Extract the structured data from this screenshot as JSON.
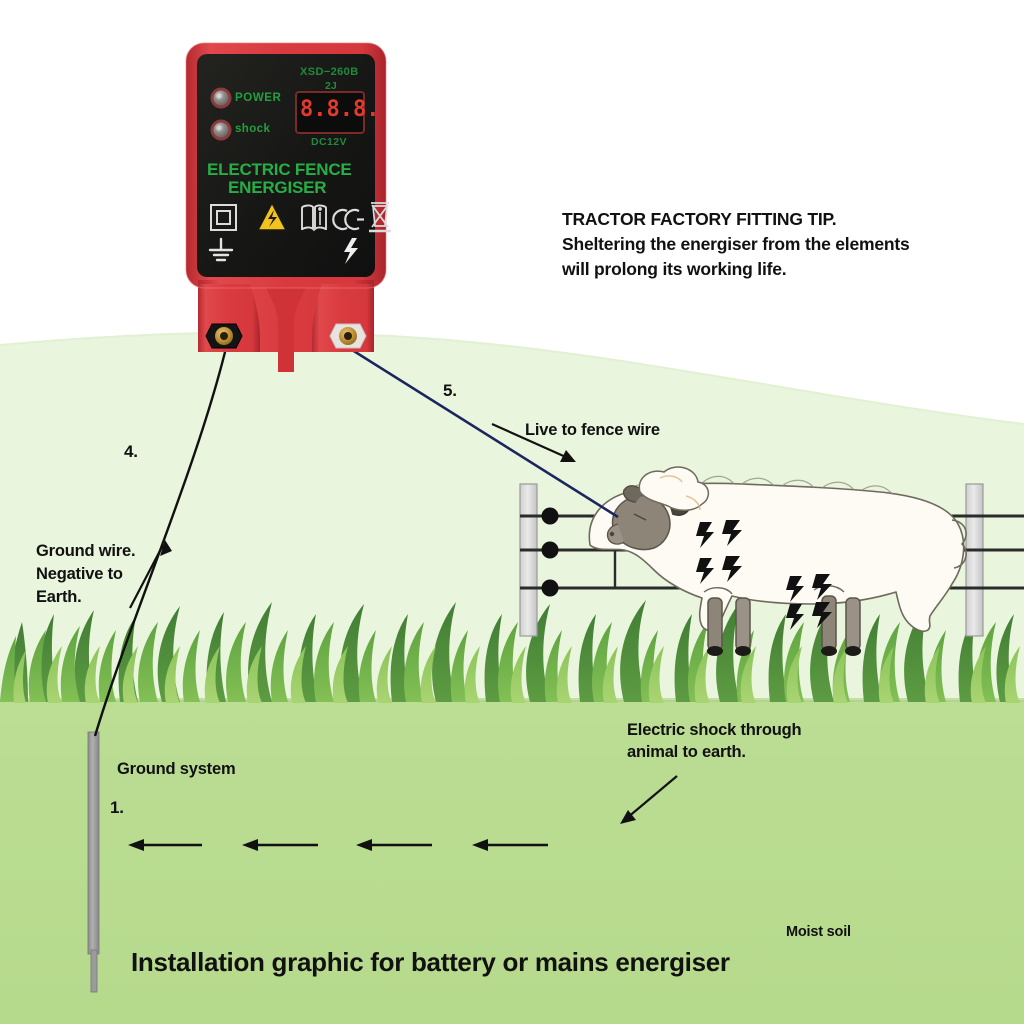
{
  "title": "Installation graphic for battery or mains energiser",
  "tip": {
    "line1": "TRACTOR FACTORY FITTING TIP.",
    "line2": "Sheltering the energiser from the elements",
    "line3": "will prolong its working life."
  },
  "device": {
    "model": "XSD−260B",
    "joules": "2J",
    "voltage": "DC12V",
    "display_value": "8.8.8.",
    "led_power_label": "POWER",
    "led_shock_label": "shock",
    "brand_line1": "ELECTRIC FENCE",
    "brand_line2": "ENERGISER",
    "icons": [
      "class-ii-icon",
      "high-voltage-warning-icon",
      "read-manual-icon",
      "ce-mark-icon",
      "weee-bin-icon",
      "earth-ground-icon",
      "lightning-bolt-icon"
    ],
    "terminals": {
      "negative": "black-terminal",
      "positive": "red-terminal"
    },
    "colors": {
      "body": "#d93a3f",
      "panel": "#1a1a18",
      "label_green": "#27ae45",
      "display_red": "#e23b2e"
    }
  },
  "labels": {
    "ground_wire": "Ground wire.\nNegative to\nEarth.",
    "step4": "4.",
    "step5": "5.",
    "live_to_fence": "Live to fence wire",
    "electric_shock": "Electric shock through\nanimal to earth.",
    "ground_system": "Ground system",
    "step1": "1.",
    "moist_soil": "Moist soil"
  },
  "scene": {
    "sky": "#ffffff",
    "hill": "#e8f5dc",
    "soil": "#b9dc91",
    "grass_dark": "#4f8f3f",
    "grass_mid": "#76b84f",
    "grass_light": "#a6d36e",
    "wire_live_color": "#1b2560",
    "wire_ground_color": "#111111",
    "fence_wire_color": "#2b2b2b",
    "post_color": "#d8d8d8",
    "rod_color": "#9b9b9b",
    "animal": "sheep",
    "fence_wire_count": 3,
    "insulator_count": 3,
    "soil_arrow_count": 4,
    "shock_bolt_count": 8
  }
}
